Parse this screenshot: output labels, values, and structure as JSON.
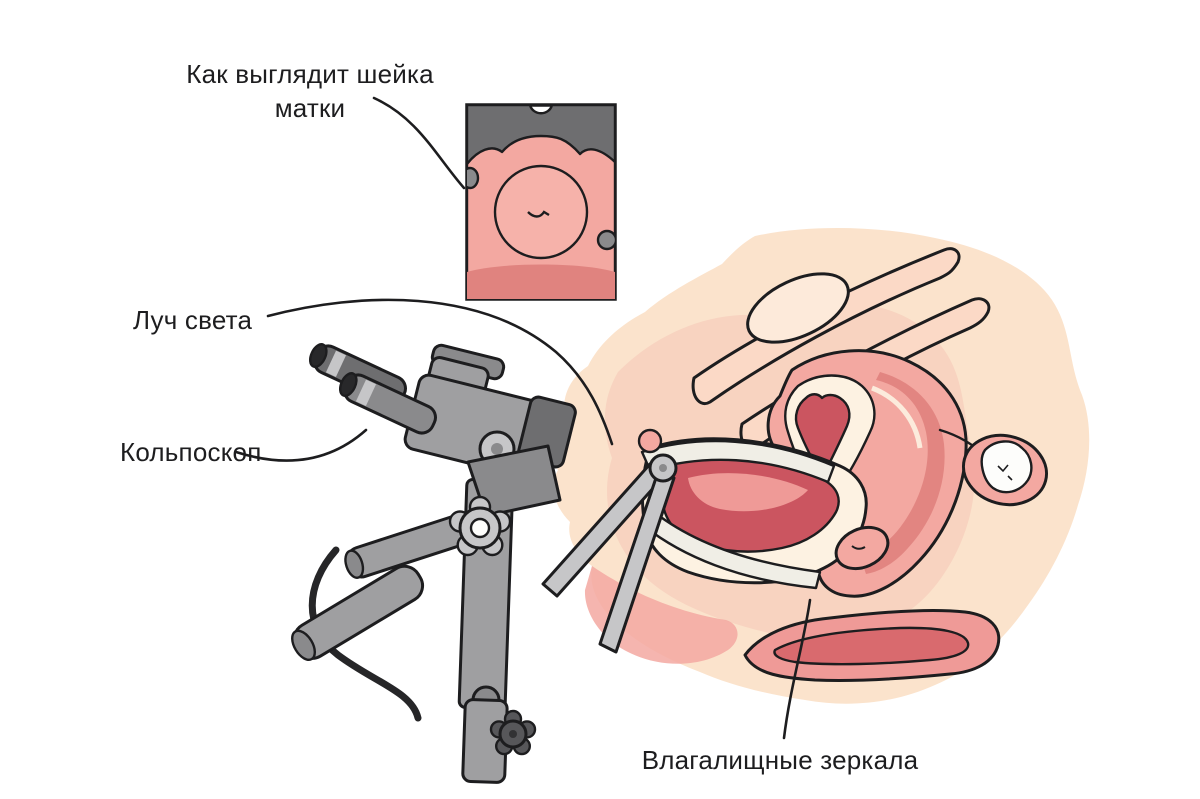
{
  "page": {
    "background": "#ffffff"
  },
  "labels": {
    "cervix_view": "Как выглядит шейка матки",
    "light_beam": "Луч света",
    "colposcope": "Кольпоскоп",
    "speculum": "Влагалищные зеркала"
  },
  "colors": {
    "background": "#ffffff",
    "outline": "#1d1d1f",
    "skin": "#fbe3cc",
    "skin_light": "#fdeedd",
    "pink_wash": "#f6c4b4",
    "band": "#fbd9c6",
    "pale": "#fdeada",
    "pink": "#f3a8a1",
    "pink_light": "#f6b2aa",
    "pink_deep": "#e0837f",
    "red_canal": "#cb5560",
    "red_mid": "#d96a6e",
    "pink_soft": "#ef9a97",
    "cream": "#fdf2e2",
    "white_soft": "#fdfdfb",
    "blade": "#f0eee6",
    "device": "#9f9fa1",
    "device_dark": "#6e6e70",
    "device_mid": "#8a8a8c",
    "device_light": "#c6c6c8",
    "knob_dark": "#57575a",
    "cable": "#262628"
  }
}
